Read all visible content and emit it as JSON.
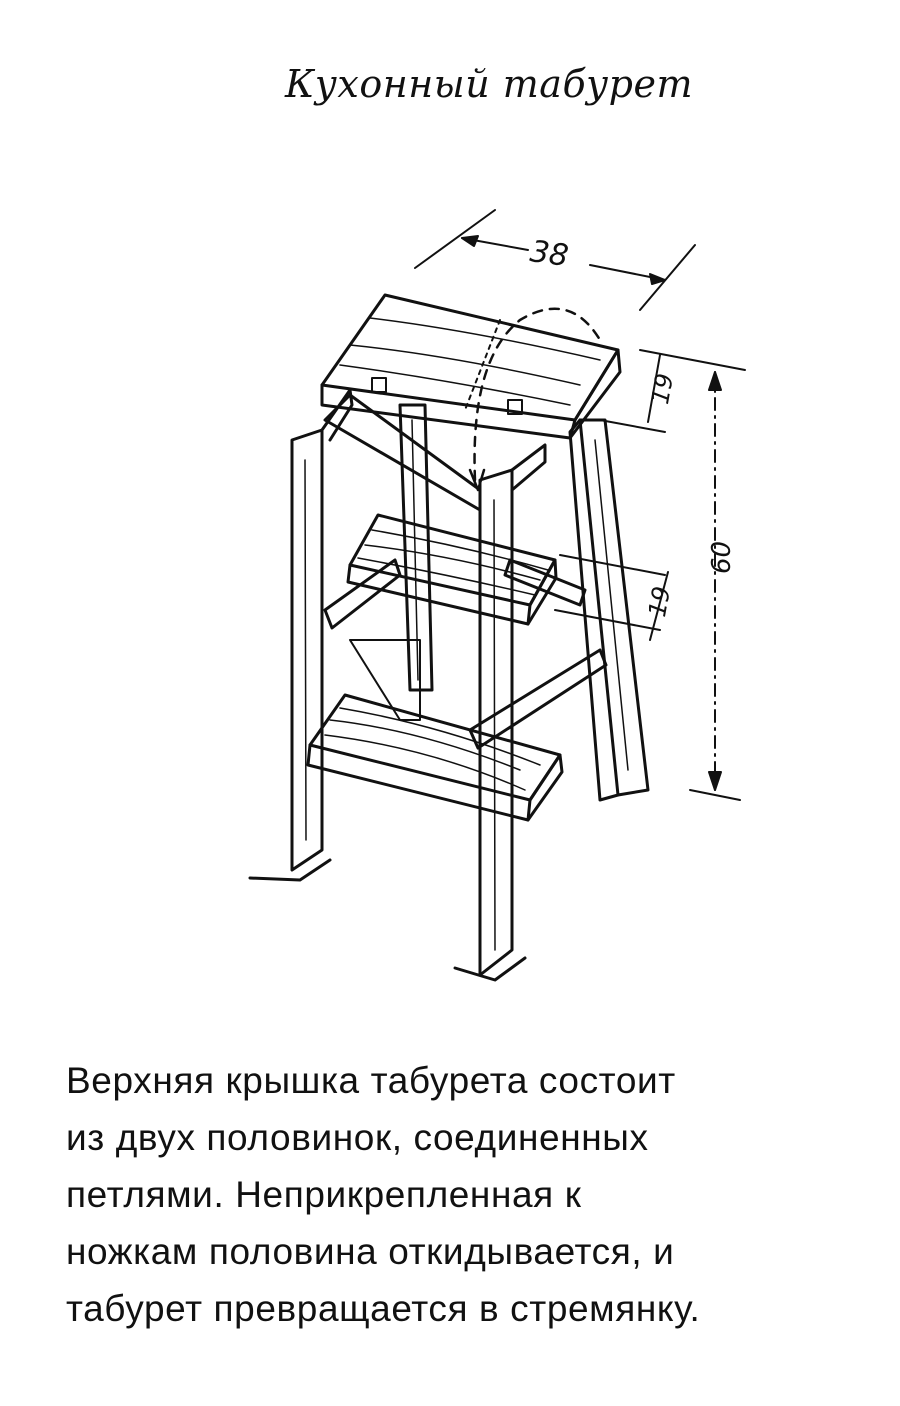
{
  "title": "Кухонный табурет",
  "dimensions": {
    "width": "38",
    "top_height": "19",
    "step_height": "19",
    "total_height": "60"
  },
  "caption_lines": [
    "Верхняя крышка табурета  состоит",
    "из  двух  половинок,   соединенных",
    "петлями.  Неприкрепленная  к",
    "ножкам половина откидывается, и",
    "табурет превращается в стремянку."
  ]
}
